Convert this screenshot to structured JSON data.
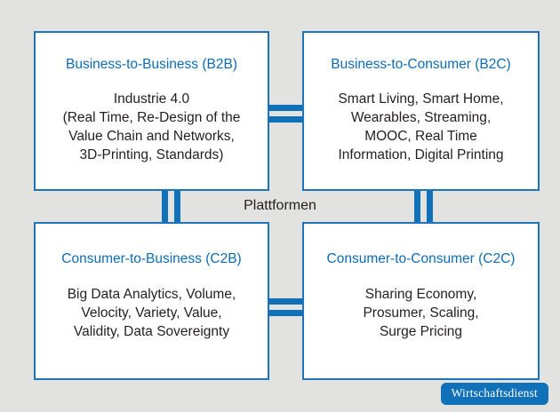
{
  "background_color": "#e2e2e1",
  "accent_color": "#1070b8",
  "title_color": "#0c6cb5",
  "body_text_color": "#231f20",
  "center_label": "Plattformen",
  "badge": {
    "label": "Wirtschaftsdienst",
    "background_color": "#1070b8",
    "text_color": "#ffffff"
  },
  "quadrants": [
    {
      "id": "b2b",
      "title": "Business-to-Business (B2B)",
      "body_lines": [
        "Industrie 4.0",
        "(Real Time, Re-Design of the",
        "Value Chain and Networks,",
        "3D-Printing, Standards)"
      ]
    },
    {
      "id": "b2c",
      "title": "Business-to-Consumer (B2C)",
      "body_lines": [
        "Smart Living, Smart Home,",
        "Wearables, Streaming,",
        "MOOC, Real Time",
        "Information, Digital Printing"
      ]
    },
    {
      "id": "c2b",
      "title": "Consumer-to-Business (C2B)",
      "body_lines": [
        "Big Data Analytics, Volume,",
        "Velocity, Variety, Value,",
        "Validity, Data Sovereignty"
      ]
    },
    {
      "id": "c2c",
      "title": "Consumer-to-Consumer (C2C)",
      "body_lines": [
        "Sharing Economy,",
        "Prosumer, Scaling,",
        "Surge Pricing"
      ]
    }
  ],
  "connectors": [
    {
      "id": "top-horizontal",
      "orientation": "horizontal",
      "bars": 2,
      "connects": [
        "b2b",
        "b2c"
      ]
    },
    {
      "id": "bottom-horizontal",
      "orientation": "horizontal",
      "bars": 2,
      "connects": [
        "c2b",
        "c2c"
      ]
    },
    {
      "id": "left-vertical",
      "orientation": "vertical",
      "bars": 2,
      "connects": [
        "b2b",
        "c2b"
      ]
    },
    {
      "id": "right-vertical",
      "orientation": "vertical",
      "bars": 2,
      "connects": [
        "b2c",
        "c2c"
      ]
    }
  ]
}
